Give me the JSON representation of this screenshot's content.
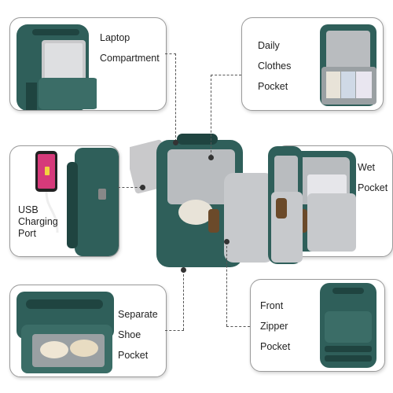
{
  "callouts": {
    "laptop": {
      "lines": [
        "Laptop",
        "Compartment"
      ]
    },
    "clothes": {
      "lines": [
        "Daily",
        "Clothes",
        "Pocket"
      ]
    },
    "usb": {
      "lines": [
        "USB",
        "Charging",
        "Port"
      ]
    },
    "wet": {
      "lines": [
        "Wet",
        "Pocket"
      ]
    },
    "shoe": {
      "lines": [
        "Separate",
        "Shoe",
        "Pocket"
      ]
    },
    "zipper": {
      "lines": [
        "Front",
        "Zipper",
        "Pocket"
      ]
    }
  },
  "colors": {
    "bag": "#2f5f5a",
    "bag_dark": "#1f4440",
    "lining": "#b9bcbf",
    "laptop": "#c9c9cb"
  }
}
